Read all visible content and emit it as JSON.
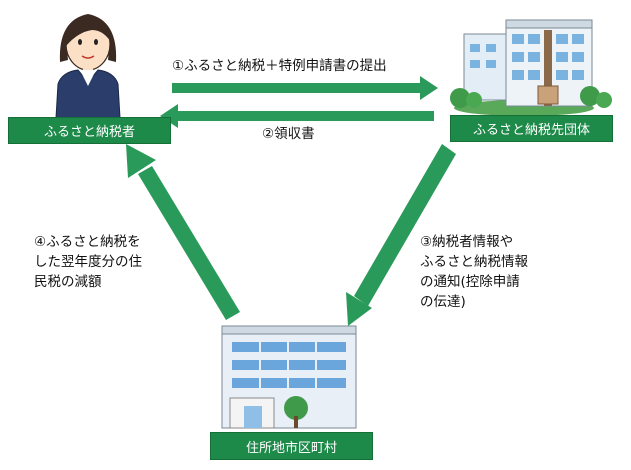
{
  "nodes": {
    "taxpayer": "ふるさと納税者",
    "municipality": "ふるさと納税先団体",
    "residence": "住所地市区町村"
  },
  "steps": {
    "step1": "①ふるさと納税＋特例申請書の提出",
    "step2": "②領収書",
    "step3": [
      "③納税者情報や",
      "ふるさと納税情報",
      "の通知(控除申請",
      "の伝達)"
    ],
    "step4": [
      "④ふるさと納税を",
      "した翌年度分の住",
      "民税の減額"
    ]
  },
  "colors": {
    "arrow": "#2a9a5a",
    "label_bg": "#1e8a4a",
    "label_text": "#ffffff",
    "suit": "#2a3d6b"
  },
  "icons": [
    "person-icon",
    "government-building-icon",
    "city-hall-building-icon"
  ]
}
